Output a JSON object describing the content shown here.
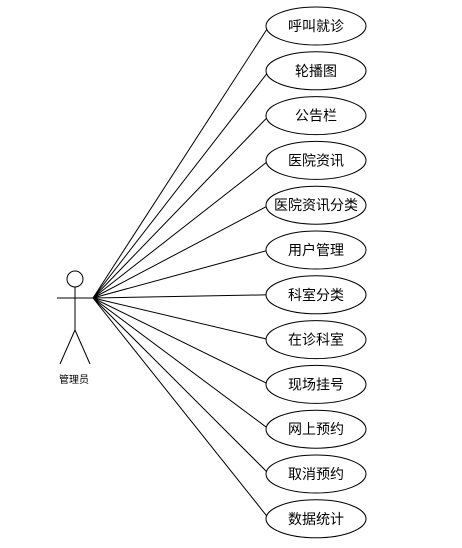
{
  "actor": {
    "name": "管理员"
  },
  "use_cases": [
    "呼叫就诊",
    "轮播图",
    "公告栏",
    "医院资讯",
    "医院资讯分类",
    "用户管理",
    "科室分类",
    "在诊科室",
    "现场挂号",
    "网上预约",
    "取消预约",
    "数据统计"
  ],
  "colors": {
    "stroke": "#000000",
    "fill": "#ffffff",
    "text": "#000000"
  }
}
